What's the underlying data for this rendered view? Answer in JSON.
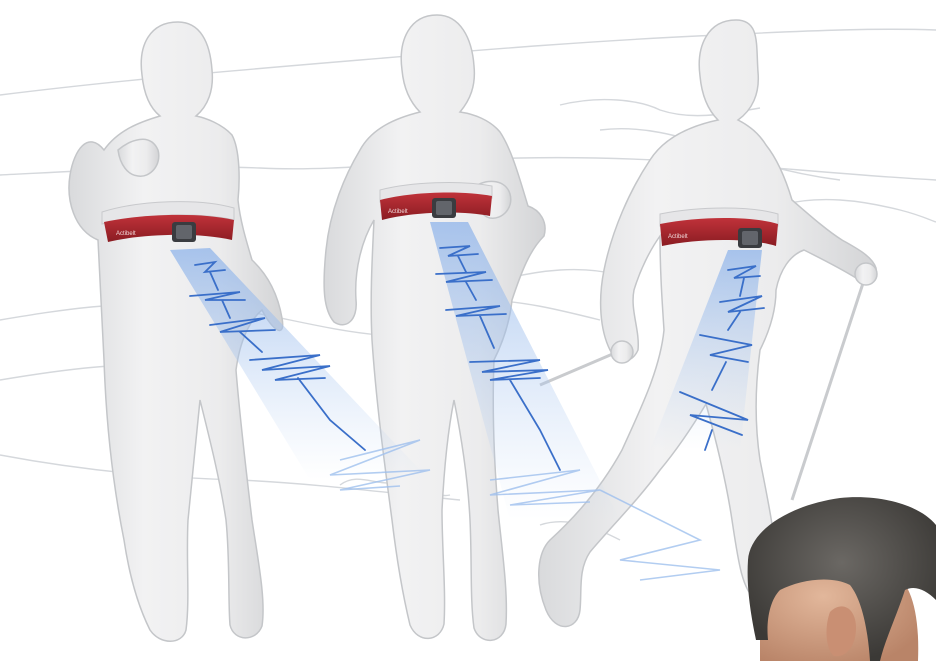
{
  "scene": {
    "description_free": true,
    "belt_brand_text": "Actibelt",
    "colors": {
      "background": "#ffffff",
      "landscape_line": "#d5d8dc",
      "body_fill": "#eeeeef",
      "body_shade": "#d8d9db",
      "body_outline": "#c4c6c9",
      "belt_red": "#a8242c",
      "belt_band": "#e6e6e8",
      "sensor_dark": "#3a3c40",
      "signal_blue": "#3a6fc9",
      "signal_glow": "#9fc0ee",
      "hair_dark": "#4a4846",
      "skin": "#d7a98c"
    },
    "figures": [
      {
        "name": "runner-left",
        "activity": "running"
      },
      {
        "name": "walker-center",
        "activity": "walking"
      },
      {
        "name": "nordic-walker-right",
        "activity": "nordic-walking"
      }
    ]
  }
}
